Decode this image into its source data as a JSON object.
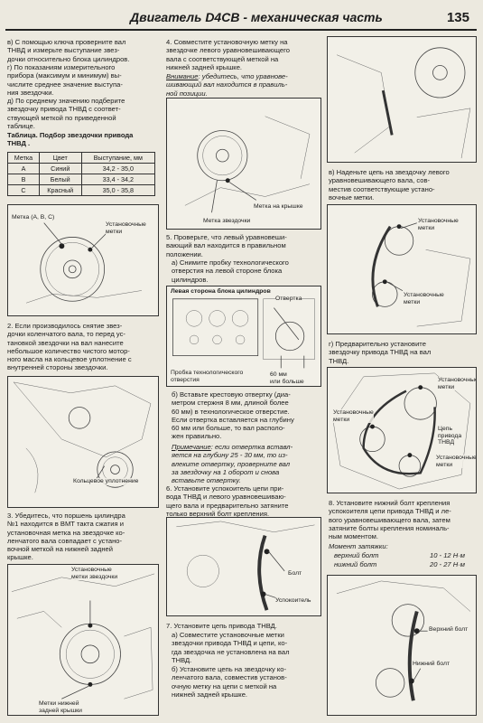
{
  "header": {
    "title": "Двигатель D4CB - механическая часть",
    "page_number": "135"
  },
  "col1": {
    "p_v": "в) С помощью ключа проверните вал\nТНВД и измерьте выступание звез-\nдочки относительно блока цилиндров.",
    "p_g": "г) По показаниям измерительного\nприбора (максимум и минимум) вы-\nчислите среднее значение выступа-\nния звездочки.",
    "p_d": "д) По среднему значению подберите\nзвездочку привода ТНВД с соответ-\nствующей меткой по приведенной\nтаблице.",
    "table_title": "Таблица. Подбор звездочки привода\nТНВД .",
    "table": {
      "headers": [
        "Метка",
        "Цвет",
        "Выступание, мм"
      ],
      "rows": [
        [
          "A",
          "Синий",
          "34,2 - 35,0"
        ],
        [
          "B",
          "Белый",
          "33,4 - 34,2"
        ],
        [
          "C",
          "Красный",
          "35,0 - 35,8"
        ]
      ]
    },
    "fig1_label_mark": "Метка (А, В, С)",
    "fig1_label_install": "Установочные\nметки",
    "p2": "2. Если производилось снятие звез-\nдочки коленчатого вала, то перед ус-\nтановкой звездочки на вал нанесите\nнебольшое количество чистого мотор-\nного масла на кольцевое уплотнение с\nвнутренней стороны звездочки.",
    "fig2_label_ring": "Кольцевое уплотнение",
    "p3": "3. Убедитесь, что поршень цилиндра\n№1 находится в ВМТ такта сжатия и\nустановочная метка на звездочке ко-\nленчатого вала совпадает с устано-\nвочной меткой на нижней задней\nкрышке.",
    "fig3_label_top": "Установочные\nметки звездочки",
    "fig3_label_bottom": "Метки нижней\nзадней крышки"
  },
  "col2": {
    "p4": "4. Совместите установочную метку на\nзвездочке левого уравновешивающего\nвала с соответствующей меткой на\nнижней задней крышке.",
    "note_label": "Внимание",
    "note_text": ": убедитесь, что уравнове-\nшивающий вал находится в правиль-\nной позиции.",
    "fig4_label_cover": "Метка на крышке",
    "fig4_label_sprocket": "Метка звездочки",
    "p5": "5. Проверьте, что левый уравновеши-\nвающий вал находится в правильном\nположении.",
    "p5a": "а) Снимите пробку технологического\nотверстия на левой стороне блока\nцилиндров.",
    "fig5_title": "Левая сторона блока цилиндров",
    "fig5_label_screwdriver": "Отвертка",
    "fig5_label_plug": "Пробка технологического\nотверстия",
    "fig5_label_depth": "60 мм\nили больше",
    "p5b": "б) Вставьте крестовую отвертку (диа-\nметром стержня 8 мм, длиной более\n60 мм) в технологическое отверстие.\nЕсли отвертка вставляется на глубину\n60 мм или больше, то вал располо-\nжен правильно.",
    "note2_label": "Примечание",
    "note2_text": ": если отвертка вставл-\nяется на глубину 25 - 30 мм, то из-\nвлеките отвертку, проверните вал\nза звездочку на 1 оборот и снова\nвставьте отвертку.",
    "p6": "6. Установите успокоитель цепи при-\nвода ТНВД и левого уравновешиваю-\nщего вала и предварительно затяните\nтолько верхний болт крепления.",
    "fig6_label_bolt": "Болт",
    "fig6_label_damper": "Успокоитель",
    "p7": "7. Установите цепь привода ТНВД.",
    "p7a": "а) Совместите установочные метки\nзвездочки привода ТНВД и цепи, ко-\nгда звездочка не установлена на вал\nТНВД.",
    "p7b": "б) Установите цепь на звездочку ко-\nленчатого вала, совместив установ-\nочную метку на цепи с меткой на\nнижней задней крышке."
  },
  "col3": {
    "p_v": "в) Наденьте цепь на звездочку левого\nуравновешивающего вала, сов-\nместив соответствующие устано-\nвочные метки.",
    "fig_v_label_1": "Установочные\nметки",
    "fig_v_label_2": "Установочные\nметки",
    "p_g": "г) Предварительно установите\nзвездочку привода ТНВД на вал\nТНВД.",
    "fig_g_label_install_a": "Установочные\nметки",
    "fig_g_label_install_b": "Установочные\nметки",
    "fig_g_label_chain": "Цепь\nпривода\nТНВД",
    "fig_g_label_install_c": "Установочные\nметки",
    "p8": "8. Установите нижний болт крепления\nуспокоителя цепи привода ТНВД и ле-\nвого уравновешивающего вала, затем\nзатяните болты крепления номиналь-\nным моментом.",
    "torque_title": "Момент затяжки:",
    "torque_rows": [
      {
        "label": "верхний болт",
        "value": "10 - 12 Н·м"
      },
      {
        "label": "нижний болт",
        "value": "20 - 27 Н·м"
      }
    ],
    "fig8_label_upper": "Верхний болт",
    "fig8_label_lower": "Нижний болт"
  }
}
